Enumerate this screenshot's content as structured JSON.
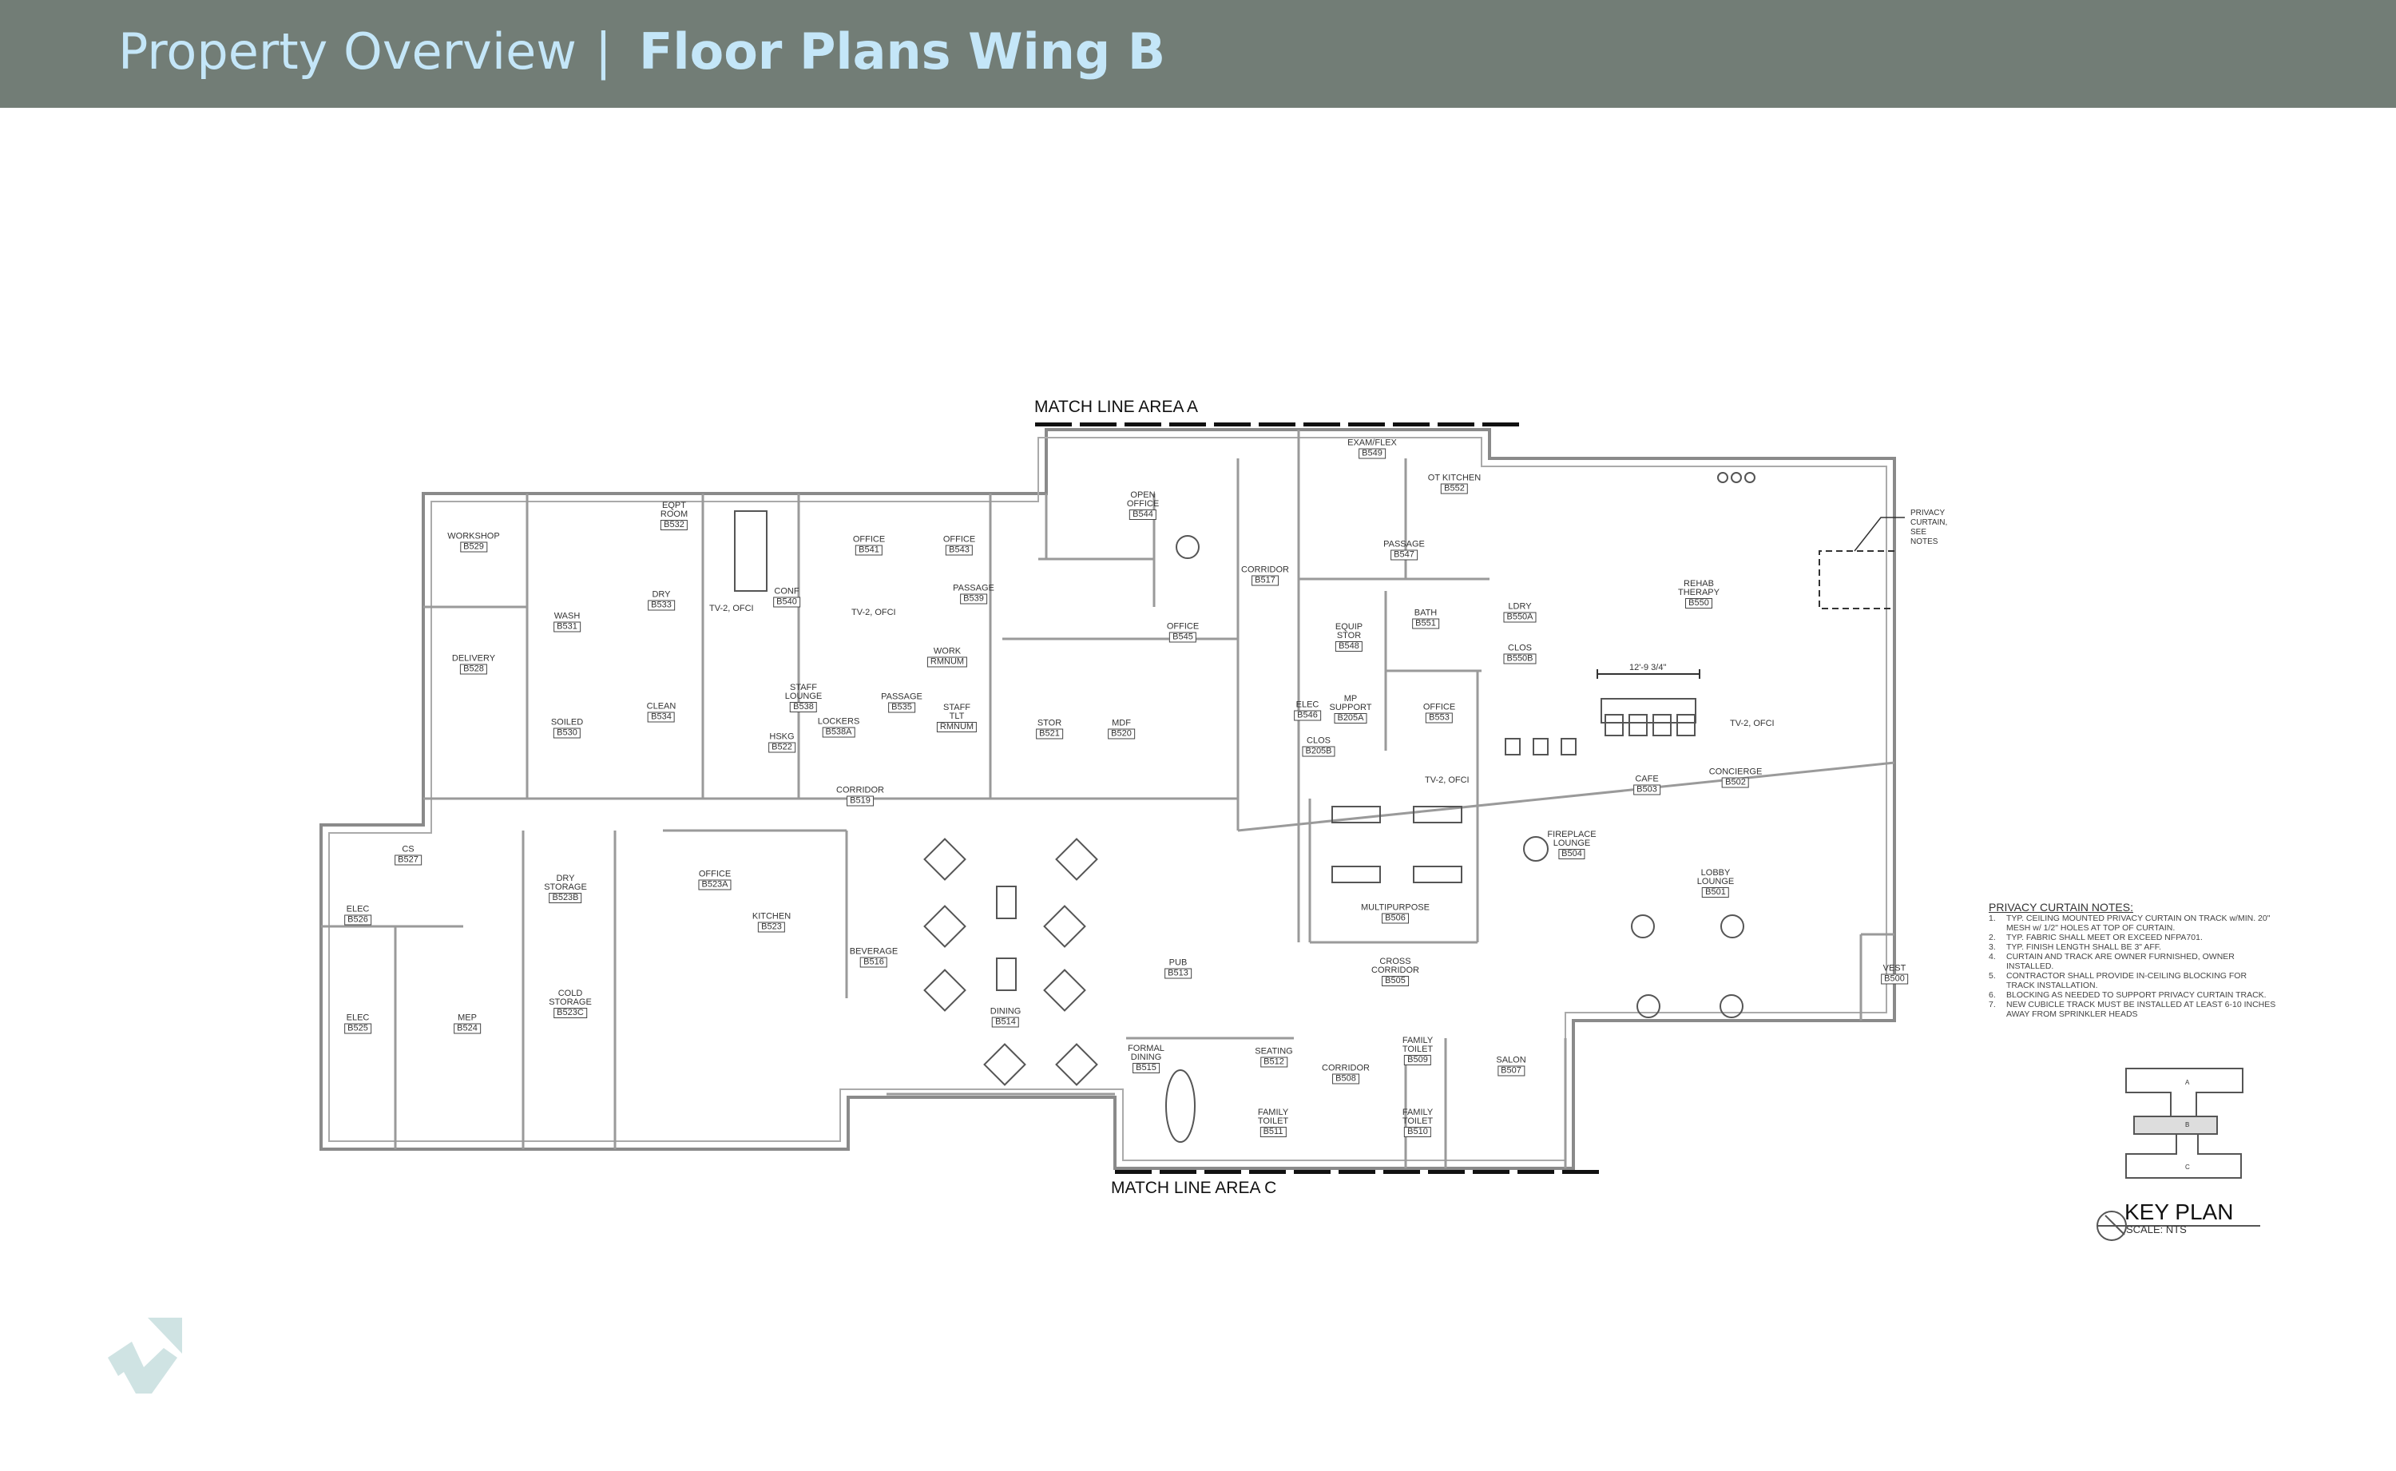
{
  "header": {
    "section": "Property Overview",
    "separator": "|",
    "title": "Floor Plans Wing B"
  },
  "colors": {
    "header_bg": "#727d76",
    "header_text": "#c4e6f8",
    "logo": "#cfe3e3",
    "wall": "#8a8a8a"
  },
  "match_lines": {
    "top": "MATCH LINE AREA A",
    "bottom": "MATCH LINE AREA C"
  },
  "rooms": [
    {
      "name": "WORKSHOP",
      "num": "B529"
    },
    {
      "name": "DELIVERY",
      "num": "B528"
    },
    {
      "name": "WASH",
      "num": "B531"
    },
    {
      "name": "SOILED",
      "num": "B530"
    },
    {
      "name": "EQPT\nROOM",
      "num": "B532"
    },
    {
      "name": "DRY",
      "num": "B533"
    },
    {
      "name": "CLEAN",
      "num": "B534"
    },
    {
      "name": "CONF",
      "num": "B540"
    },
    {
      "name": "OFFICE",
      "num": "B541"
    },
    {
      "name": "OFFICE",
      "num": "B543"
    },
    {
      "name": "STAFF\nLOUNGE",
      "num": "B538"
    },
    {
      "name": "LOCKERS",
      "num": "B538A"
    },
    {
      "name": "HSKG",
      "num": "B522"
    },
    {
      "name": "PASSAGE",
      "num": "B535"
    },
    {
      "name": "STAFF\nTLT",
      "num": "RMNUM"
    },
    {
      "name": "WORK",
      "num": "RMNUM"
    },
    {
      "name": "PASSAGE",
      "num": "B539"
    },
    {
      "name": "OPEN\nOFFICE",
      "num": "B544"
    },
    {
      "name": "CORRIDOR",
      "num": "B517"
    },
    {
      "name": "OFFICE",
      "num": "B545"
    },
    {
      "name": "STOR",
      "num": "B521"
    },
    {
      "name": "MDF",
      "num": "B520"
    },
    {
      "name": "CORRIDOR",
      "num": "B519"
    },
    {
      "name": "EXAM/FLEX",
      "num": "B549"
    },
    {
      "name": "OT KITCHEN",
      "num": "B552"
    },
    {
      "name": "PASSAGE",
      "num": "B547"
    },
    {
      "name": "EQUIP\nSTOR",
      "num": "B548"
    },
    {
      "name": "BATH",
      "num": "B551"
    },
    {
      "name": "LDRY",
      "num": "B550A"
    },
    {
      "name": "CLOS",
      "num": "B550B"
    },
    {
      "name": "REHAB\nTHERAPY",
      "num": "B550"
    },
    {
      "name": "ELEC",
      "num": "B546"
    },
    {
      "name": "MP\nSUPPORT",
      "num": "B205A"
    },
    {
      "name": "CLOS",
      "num": "B205B"
    },
    {
      "name": "OFFICE",
      "num": "B553"
    },
    {
      "name": "CAFE",
      "num": "B503"
    },
    {
      "name": "CONCIERGE",
      "num": "B502"
    },
    {
      "name": "FIREPLACE\nLOUNGE",
      "num": "B504"
    },
    {
      "name": "LOBBY\nLOUNGE",
      "num": "B501"
    },
    {
      "name": "VEST",
      "num": "B500"
    },
    {
      "name": "MULTIPURPOSE",
      "num": "B506"
    },
    {
      "name": "CROSS\nCORRIDOR",
      "num": "B505"
    },
    {
      "name": "CS",
      "num": "B527"
    },
    {
      "name": "ELEC",
      "num": "B526"
    },
    {
      "name": "ELEC",
      "num": "B525"
    },
    {
      "name": "MEP",
      "num": "B524"
    },
    {
      "name": "DRY\nSTORAGE",
      "num": "B523B"
    },
    {
      "name": "COLD\nSTORAGE",
      "num": "B523C"
    },
    {
      "name": "OFFICE",
      "num": "B523A"
    },
    {
      "name": "KITCHEN",
      "num": "B523"
    },
    {
      "name": "BEVERAGE",
      "num": "B516"
    },
    {
      "name": "DINING",
      "num": "B514"
    },
    {
      "name": "PUB",
      "num": "B513"
    },
    {
      "name": "FORMAL\nDINING",
      "num": "B515"
    },
    {
      "name": "SEATING",
      "num": "B512"
    },
    {
      "name": "CORRIDOR",
      "num": "B508"
    },
    {
      "name": "FAMILY\nTOILET",
      "num": "B511"
    },
    {
      "name": "FAMILY\nTOILET",
      "num": "B509"
    },
    {
      "name": "FAMILY\nTOILET",
      "num": "B510"
    },
    {
      "name": "SALON",
      "num": "B507"
    }
  ],
  "annotations": {
    "tv_ofci": "TV-2, OFCI",
    "dimension": "12'-9 3/4\"",
    "privacy_callout": "PRIVACY\nCURTAIN,\nSEE\nNOTES"
  },
  "privacy_notes": {
    "heading": "PRIVACY CURTAIN NOTES:",
    "items": [
      {
        "n": "1.",
        "text": "TYP. CEILING MOUNTED PRIVACY CURTAIN ON TRACK w/MIN. 20\" MESH w/ 1/2\" HOLES AT TOP OF CURTAIN."
      },
      {
        "n": "2.",
        "text": "TYP. FABRIC SHALL MEET OR EXCEED NFPA701."
      },
      {
        "n": "3.",
        "text": "TYP. FINISH LENGTH SHALL BE 3\" AFF."
      },
      {
        "n": "4.",
        "text": "CURTAIN AND TRACK ARE OWNER FURNISHED, OWNER INSTALLED."
      },
      {
        "n": "5.",
        "text": "CONTRACTOR SHALL PROVIDE IN-CEILING BLOCKING FOR TRACK INSTALLATION."
      },
      {
        "n": "6.",
        "text": "BLOCKING AS NEEDED TO SUPPORT PRIVACY CURTAIN TRACK."
      },
      {
        "n": "7.",
        "text": "NEW CUBICLE TRACK MUST BE INSTALLED AT LEAST 6-10 INCHES AWAY FROM SPRINKLER HEADS"
      }
    ]
  },
  "key_plan": {
    "title": "KEY PLAN",
    "scale": "SCALE: NTS",
    "wings": [
      "A",
      "B",
      "C"
    ]
  }
}
